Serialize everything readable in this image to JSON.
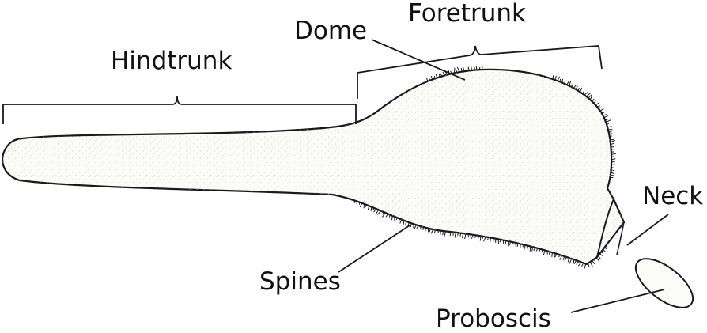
{
  "labels": {
    "hindtrunk": "Hindtrunk",
    "dome": "Dome",
    "foretrunk": "Foretrunk",
    "neck": "Neck",
    "spines": "Spines",
    "proboscis": "Proboscis"
  },
  "colors": {
    "outline": "#1a1a1a",
    "body_fill": "#fbfbf8",
    "stipple": "#bdbdb8",
    "text": "#111111"
  }
}
